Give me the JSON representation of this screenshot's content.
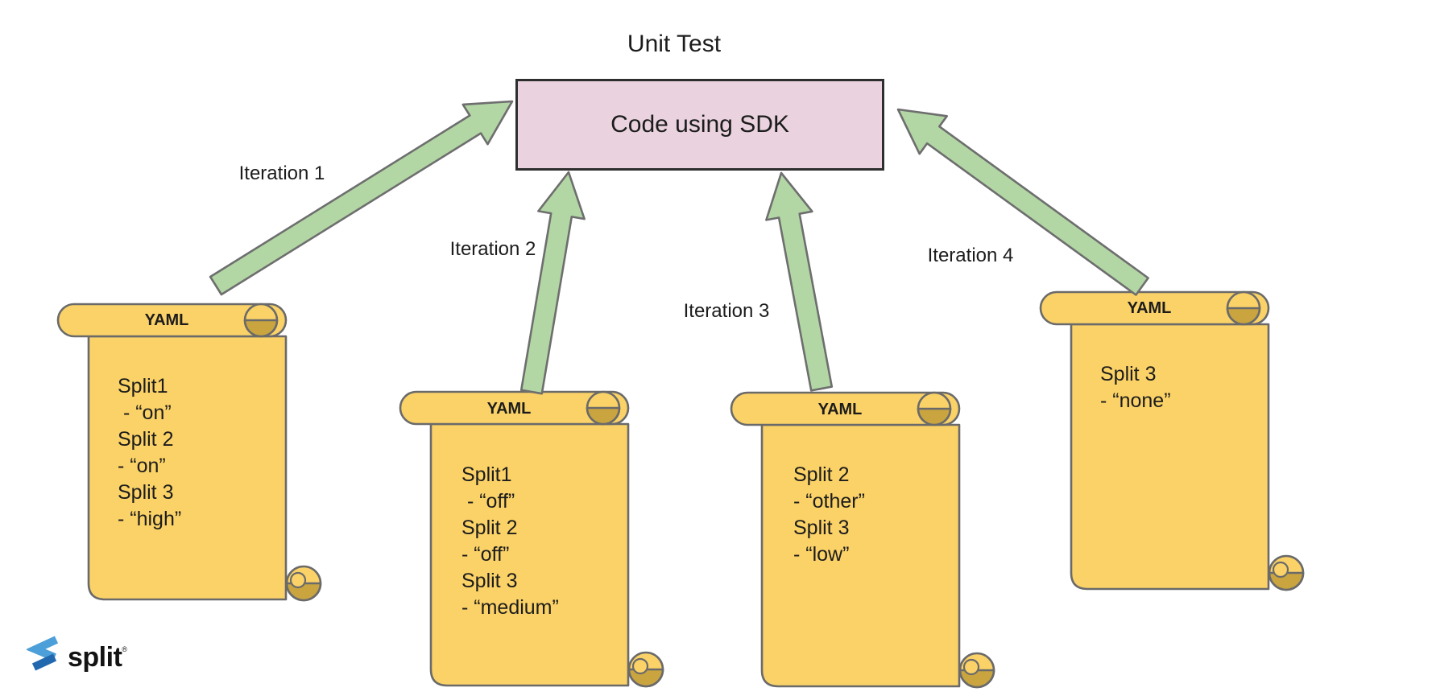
{
  "title": "Unit Test",
  "sdk_box": {
    "label": "Code using SDK"
  },
  "iterations": [
    {
      "label": "Iteration 1"
    },
    {
      "label": "Iteration 2"
    },
    {
      "label": "Iteration 3"
    },
    {
      "label": "Iteration 4"
    }
  ],
  "scrolls": [
    {
      "header": "YAML",
      "lines": [
        "Split1",
        " - “on”",
        "Split 2",
        "- “on”",
        "Split 3",
        "- “high”"
      ]
    },
    {
      "header": "YAML",
      "lines": [
        "Split1",
        " - “off”",
        "Split 2",
        "- “off”",
        "Split 3",
        "- “medium”"
      ]
    },
    {
      "header": "YAML",
      "lines": [
        "Split 2",
        "- “other”",
        "Split 3",
        "- “low”"
      ]
    },
    {
      "header": "YAML",
      "lines": [
        "Split 3",
        "- “none”"
      ]
    }
  ],
  "logo": {
    "text": "split",
    "trademark": "®"
  },
  "colors": {
    "scroll_fill": "#FBD267",
    "scroll_roll": "#C9A43F",
    "scroll_stroke": "#6A6A6A",
    "arrow_fill": "#B2D7A5",
    "arrow_stroke": "#6E6E6E",
    "box_fill": "#EAD3DE",
    "box_stroke": "#2E2E2E",
    "text": "#1C1C1C",
    "logo_blue_light": "#4C9FD8",
    "logo_blue_dark": "#2268AE"
  }
}
